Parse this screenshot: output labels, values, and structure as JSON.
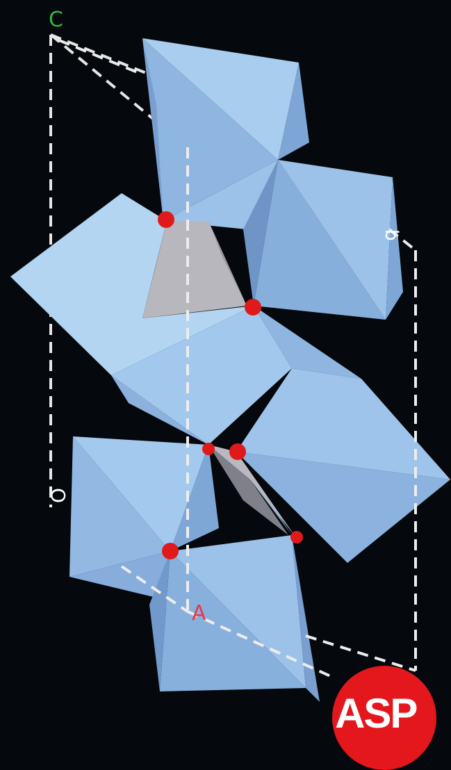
{
  "axes": {
    "c": "C",
    "a": "A",
    "o": "O",
    "b": "b"
  },
  "colors": {
    "background": "#05080c",
    "cell_edge": "#e8e8e8",
    "octahedron_light": "#a9cdee",
    "octahedron_mid": "#91b8e2",
    "octahedron_dark": "#7096c8",
    "tetrahedron_light": "#b9b9bf",
    "tetrahedron_dark": "#7f7f86",
    "oxygen_atom": "#e01a1a",
    "label_c": "#2dbb3a",
    "label_a": "#e8384a",
    "label_o": "#ffffff",
    "logo": "#e3171c"
  },
  "logo": {
    "text": "ASP"
  }
}
